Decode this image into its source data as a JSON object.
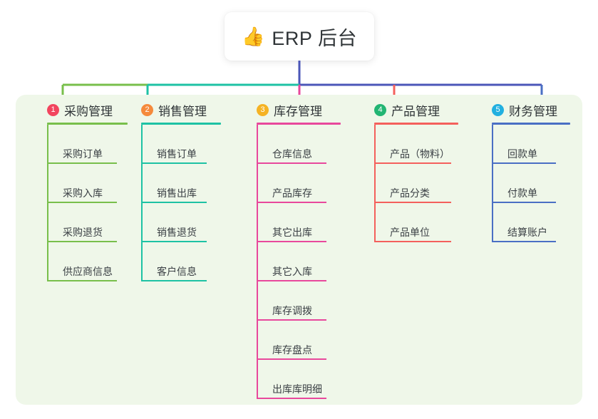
{
  "diagram": {
    "type": "mind-map",
    "title": "ERP 后台 功能结构图",
    "root": {
      "icon": "thumbs-up-icon",
      "icon_glyph": "👍",
      "label": "ERP 后台"
    },
    "panel_color": "#eff7e9",
    "root_connector_color": "#4b56b8",
    "branches": [
      {
        "number": "1",
        "label": "采购管理",
        "badge_color": "#f2455e",
        "line_color": "#78bf4b",
        "connector_color": "#78bf4b",
        "items": [
          "采购订单",
          "采购入库",
          "采购退货",
          "供应商信息"
        ]
      },
      {
        "number": "2",
        "label": "销售管理",
        "badge_color": "#f58a3c",
        "line_color": "#1ec2a4",
        "connector_color": "#1ec2a4",
        "items": [
          "销售订单",
          "销售出库",
          "销售退货",
          "客户信息"
        ]
      },
      {
        "number": "3",
        "label": "库存管理",
        "badge_color": "#f5b324",
        "line_color": "#e8489c",
        "connector_color": "#e8489c",
        "items": [
          "仓库信息",
          "产品库存",
          "其它出库",
          "其它入库",
          "库存调拨",
          "库存盘点",
          "出库库明细"
        ]
      },
      {
        "number": "4",
        "label": "产品管理",
        "badge_color": "#22b573",
        "line_color": "#f4605c",
        "connector_color": "#f4605c",
        "items": [
          "产品（物料）",
          "产品分类",
          "产品单位"
        ]
      },
      {
        "number": "5",
        "label": "财务管理",
        "badge_color": "#22b0e0",
        "line_color": "#4a6fc4",
        "connector_color": "#4a6fc4",
        "items": [
          "回款单",
          "付款单",
          "结算账户"
        ]
      }
    ]
  }
}
